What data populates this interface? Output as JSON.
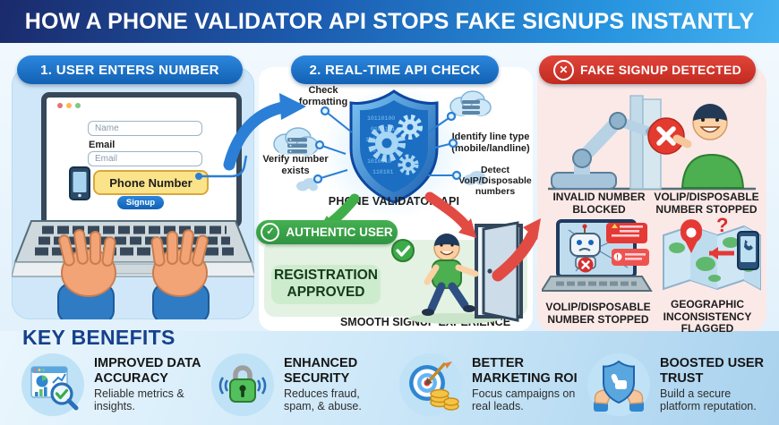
{
  "title": "HOW A PHONE VALIDATOR API STOPS FAKE SIGNUPS INSTANTLY",
  "step1": {
    "header": "1. USER ENTERS NUMBER",
    "form": {
      "name_placeholder": "Name",
      "email_label": "Email",
      "email_placeholder": "Email",
      "phone_value": "Phone Number",
      "signup_label": "Signup"
    }
  },
  "step2": {
    "header": "2. REAL-TIME API CHECK",
    "checks": [
      "Check formatting",
      "Verify number exists",
      "Identify line type (mobile/landline)",
      "Detect VoIP/Disposable numbers"
    ],
    "api_label": "PHONE VALIDATOR API",
    "authentic_badge": "AUTHENTIC USER",
    "registration_badge": "REGISTRATION APPROVED",
    "caption": "SMOOTH SIGNUP EXPERIENCE"
  },
  "step3": {
    "header": "FAKE SIGNUP DETECTED",
    "outcomes": [
      "INVALID NUMBER BLOCKED",
      "VOLIP/DISPOSABLE NUMBER STOPPED",
      "VOLIP/DISPOSABLE NUMBER STOPPED",
      "GEOGRAPHIC INCONSISTENCY FLAGGED"
    ]
  },
  "benefits": {
    "heading": "KEY BENEFITS",
    "items": [
      {
        "icon": "chart-magnifier-icon",
        "title": "IMPROVED DATA ACCURACY",
        "desc": "Reliable metrics & insights."
      },
      {
        "icon": "padlock-icon",
        "title": "ENHANCED SECURITY",
        "desc": "Reduces fraud, spam, & abuse."
      },
      {
        "icon": "target-coins-icon",
        "title": "BETTER MARKETING ROI",
        "desc": "Focus campaigns on real leads."
      },
      {
        "icon": "shield-thumbsup-icon",
        "title": "BOOSTED USER TRUST",
        "desc": "Build a secure platform reputation."
      }
    ]
  },
  "icons": {
    "question_mark": "?",
    "cross": "✕",
    "check": "✓"
  },
  "colors": {
    "banner_start": "#1b2a6b",
    "banner_end": "#45b1f0",
    "pill_blue": "#1261b4",
    "pill_red": "#d62f23",
    "badge_green": "#35a445",
    "panel_left_bg": "#cfe7f8",
    "panel_right_bg": "#fbe9e7",
    "panel_green_bg": "#e3f2e3",
    "highlight_yellow": "#fbe38a",
    "benefit_circle": "#bfe2f6",
    "heading_navy": "#17418c"
  }
}
